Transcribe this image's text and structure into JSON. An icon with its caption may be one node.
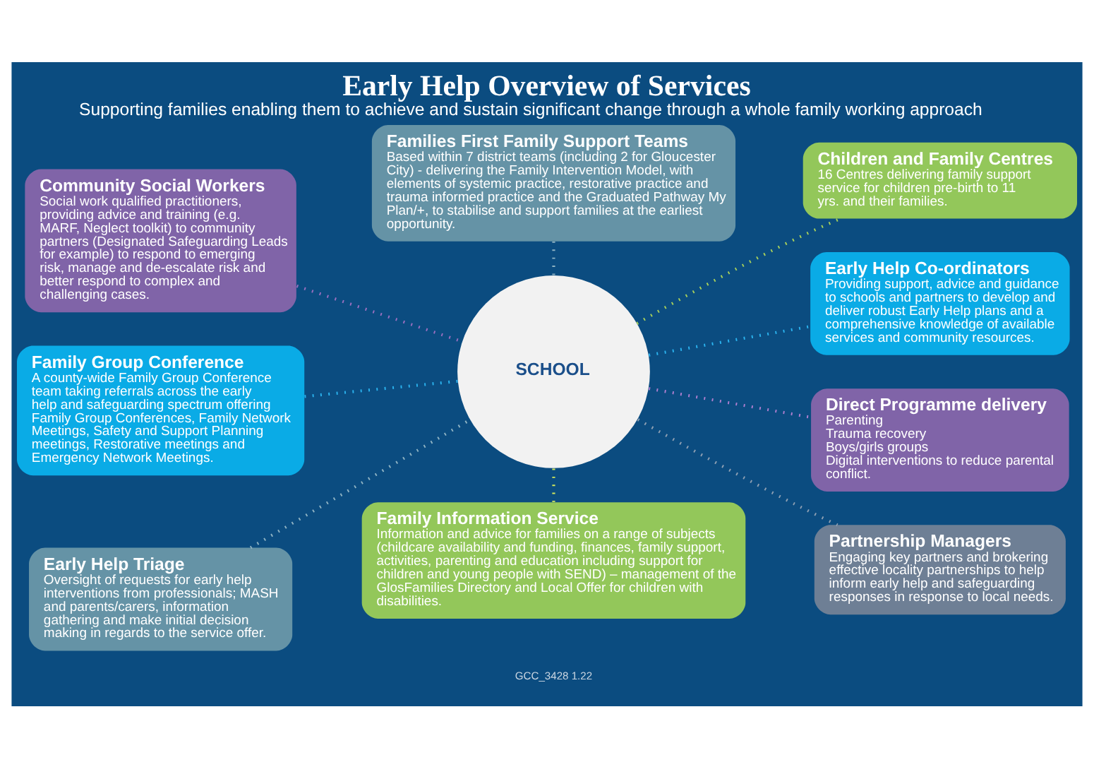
{
  "diagram": {
    "title": "Early Help Overview of Services",
    "caption": "Supporting families enabling them to achieve and sustain significant change through a whole family working approach",
    "nodes": [
      {
        "text": [
          "Community Social Workers",
          "Social work qualified practitioners, providing advice and training (e.g. MARF, Neglect toolkit) to community partners (Designated Safeguarding Leads for example) to respond to emerging risk, manage and de-escalate risk and better respond to complex and challenging cases."
        ]
      },
      {
        "text": [
          "Families First Family Support Teams",
          "Based within 7 district teams (including 2 for Gloucester City) - delivering the Family Intervention Model, with elements of systemic practice, restorative practice and trauma informed practice and the Graduated Pathway My Plan/+, to stabilise and support families at the earliest opportunity."
        ]
      },
      {
        "text": [
          "Children and Family Centres",
          "16 Centres delivering family support service for children pre-birth to 11 yrs. and their families."
        ]
      },
      {
        "text": [
          "Early Help Co-ordinators",
          "Providing support, advice and guidance to schools and partners to develop and deliver robust Early Help plans and a comprehensive knowledge of available services and community resources."
        ]
      },
      {
        "text": [
          "SCHOOL"
        ]
      },
      {
        "text": [
          "Family Group Conference",
          "A county-wide Family Group Conference team taking referrals across the early help and safeguarding spectrum offering Family Group Conferences, Family Network Meetings, Safety and Support Planning meetings, Restorative meetings and Emergency Network Meetings."
        ]
      },
      {
        "text": [
          "Direct Programme delivery",
          "Parenting",
          "Trauma recovery",
          "Boys/girls groups",
          "Digital interventions to reduce parental conflict."
        ]
      },
      {
        "text": [
          "Early Help Triage",
          "Oversight of requests for early help interventions from professionals; MASH and parents/carers, information gathering and make initial decision making in regards to the service offer."
        ]
      },
      {
        "text": [
          "Family Information Service",
          "Information and advice for families on a range of subjects (childcare availability and funding, finances, family support, activities, parenting and education including support for children and young people with SEND) – management of the GlosFamilies Directory and Local Offer for children with disabilities."
        ]
      },
      {
        "text": [
          "Partnership Managers",
          "Engaging key partners and brokering effective locality partnerships to help inform early help and safeguarding responses in response to local needs."
        ]
      }
    ],
    "edges": [
      {
        "from": 0,
        "to": 4,
        "arrow": "none",
        "style": "dashed",
        "color": "#9b6fc0"
      },
      {
        "from": 1,
        "to": 4,
        "arrow": "none",
        "style": "dashed",
        "color": "#8fb3c3"
      },
      {
        "from": 4,
        "to": 2,
        "arrow": "none",
        "style": "dashed",
        "color": "#a8d05a"
      },
      {
        "from": 4,
        "to": 3,
        "arrow": "none",
        "style": "dashed",
        "color": "#2bb3ee"
      },
      {
        "from": 5,
        "to": 4,
        "arrow": "none",
        "style": "dashed",
        "color": "#2bb3ee"
      },
      {
        "from": 4,
        "to": 6,
        "arrow": "none",
        "style": "dashed",
        "color": "#b07fd0"
      },
      {
        "from": 7,
        "to": 4,
        "arrow": "none",
        "style": "dashed",
        "color": "#8fb3c3"
      },
      {
        "from": 4,
        "to": 8,
        "arrow": "none",
        "style": "dashed",
        "color": "#d4e85a"
      },
      {
        "from": 4,
        "to": 9,
        "arrow": "none",
        "style": "dashed",
        "color": "#8fa0b3"
      }
    ],
    "labels": [
      "GCC_3428 1.22"
    ]
  }
}
